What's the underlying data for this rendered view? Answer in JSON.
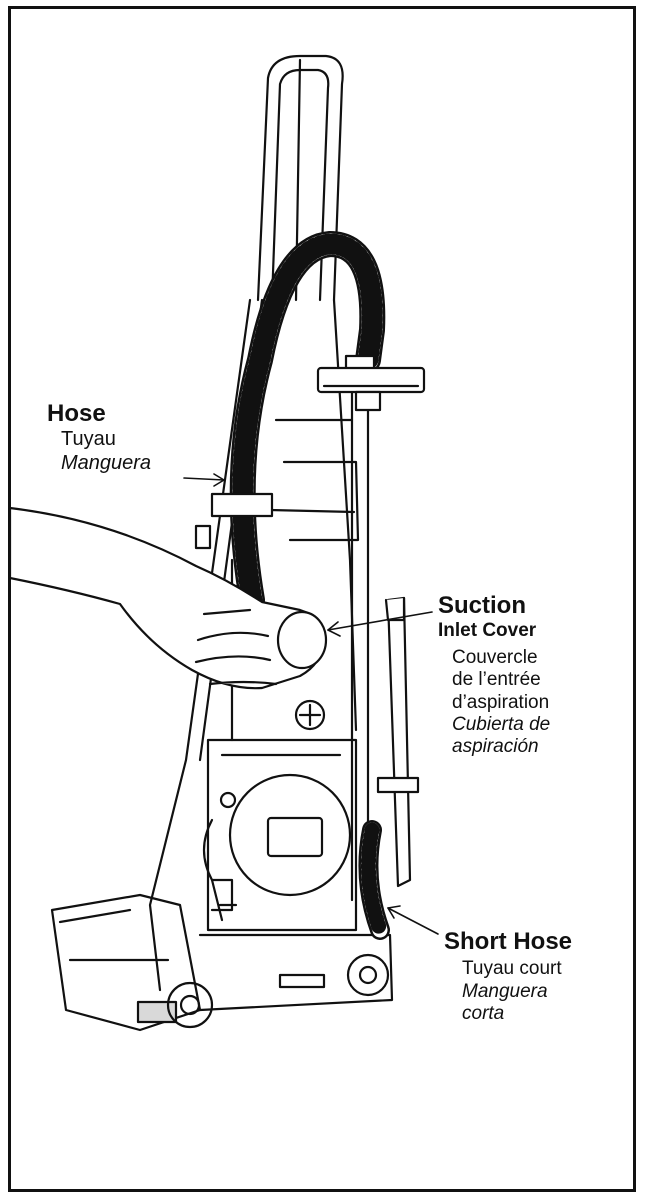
{
  "labels": {
    "hose": {
      "en": "Hose",
      "fr": "Tuyau",
      "es": "Manguera"
    },
    "suction": {
      "en_line1": "Suction",
      "en_line2": "Inlet Cover",
      "fr_line1": "Couvercle",
      "fr_line2": "de l’entrée",
      "fr_line3": "d’aspiration",
      "es_line1": "Cubierta de",
      "es_line2": "aspiración"
    },
    "short_hose": {
      "en": "Short Hose",
      "fr": "Tuyau court",
      "es_line1": "Manguera",
      "es_line2": "corta"
    }
  },
  "colors": {
    "line": "#111111",
    "background": "#ffffff",
    "shade": "#d9d9d9"
  }
}
